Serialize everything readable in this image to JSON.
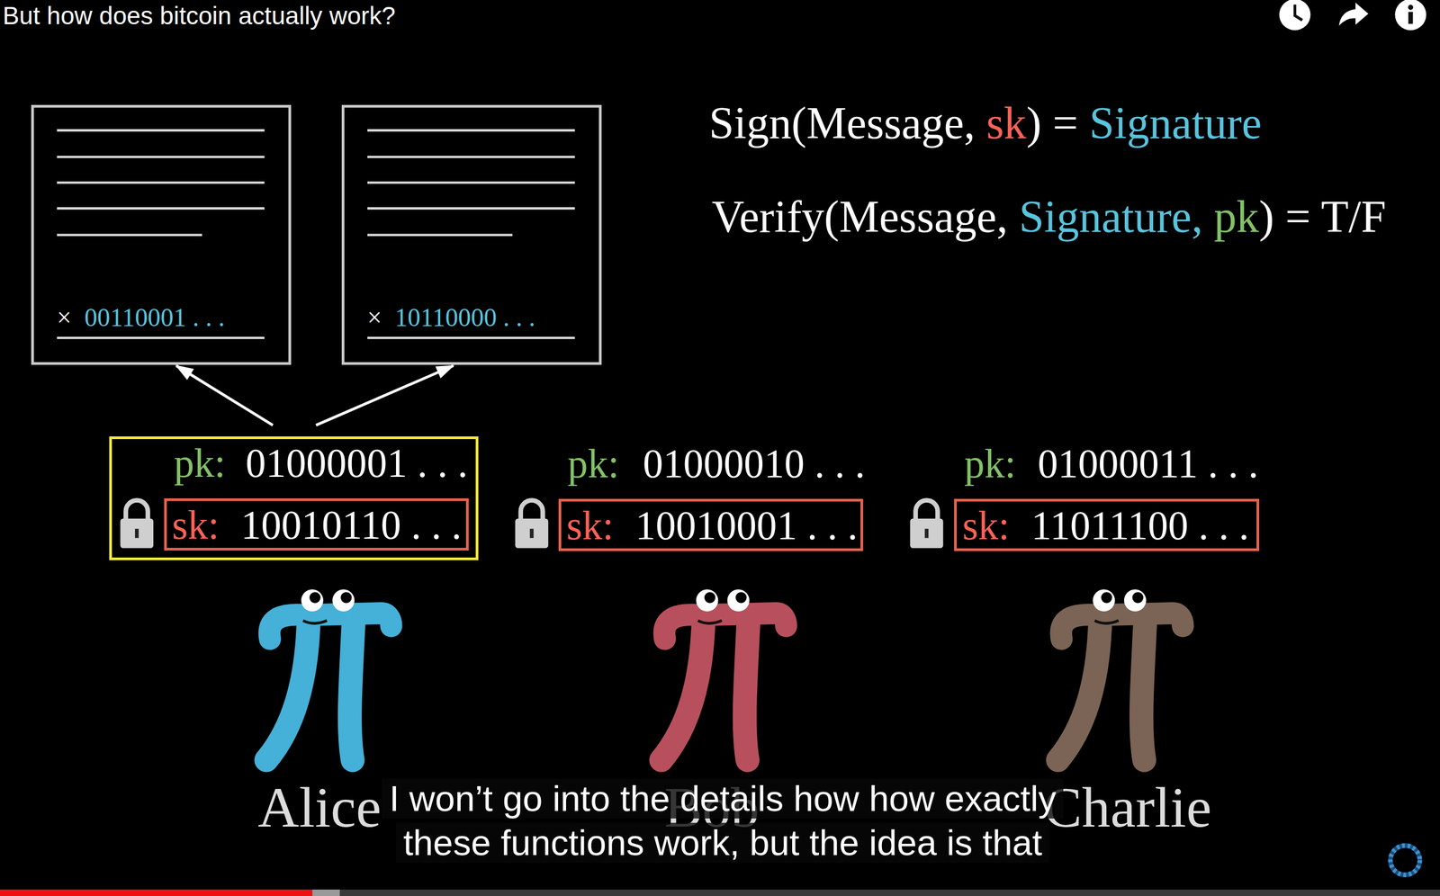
{
  "diagram": {
    "title": "But how does bitcoin actually work?",
    "caption": "I won’t go into the details how how exactly these functions work, but the idea is that",
    "nodes": [
      {
        "text": [
          "×",
          "00110001 . . ."
        ]
      },
      {
        "text": [
          "×",
          "10110000 . . ."
        ]
      },
      {
        "text": [
          "pk:",
          "01000001 . . ."
        ]
      },
      {
        "text": [
          "sk:",
          "10010110 . . ."
        ],
        "in": 2
      },
      {
        "text": [
          "sk:",
          "10010001 . . ."
        ]
      },
      {
        "text": [
          "sk:",
          "11011100 . . ."
        ]
      }
    ],
    "edges": [
      {
        "from": 2,
        "to": 0,
        "arrow": "to"
      },
      {
        "from": 2,
        "to": 1,
        "arrow": "to"
      }
    ],
    "labels": [
      "Sign(Message,",
      "sk",
      ") =",
      "Signature",
      "Verify(Message,",
      "Signature,",
      "pk",
      ") = T/F",
      "pk:",
      "01000010 . . .",
      "pk:",
      "01000011 . . .",
      "Alice",
      "Bob",
      "Charlie"
    ]
  }
}
